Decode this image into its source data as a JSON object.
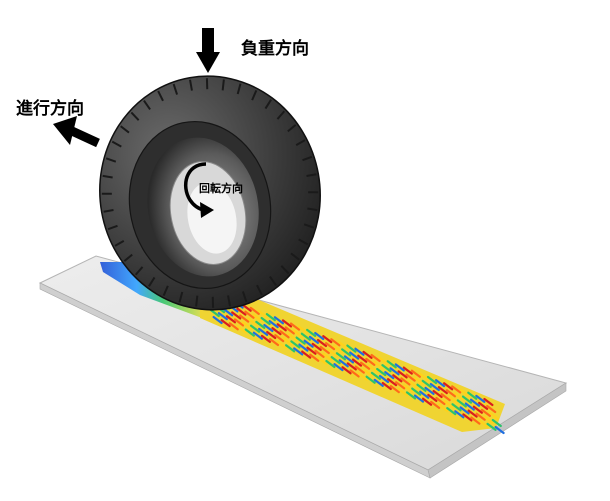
{
  "labels": {
    "load_direction": "負重方向",
    "travel_direction": "進行方向",
    "rotation_direction": "回転方向"
  },
  "colors": {
    "road": "#e6e6e6",
    "tire": "#3a3a3a",
    "arrow": "#000000"
  },
  "icons": {
    "load_arrow": "arrow-down-icon",
    "travel_arrow": "arrow-up-left-icon",
    "rotation_arrow": "curved-arrow-icon"
  }
}
